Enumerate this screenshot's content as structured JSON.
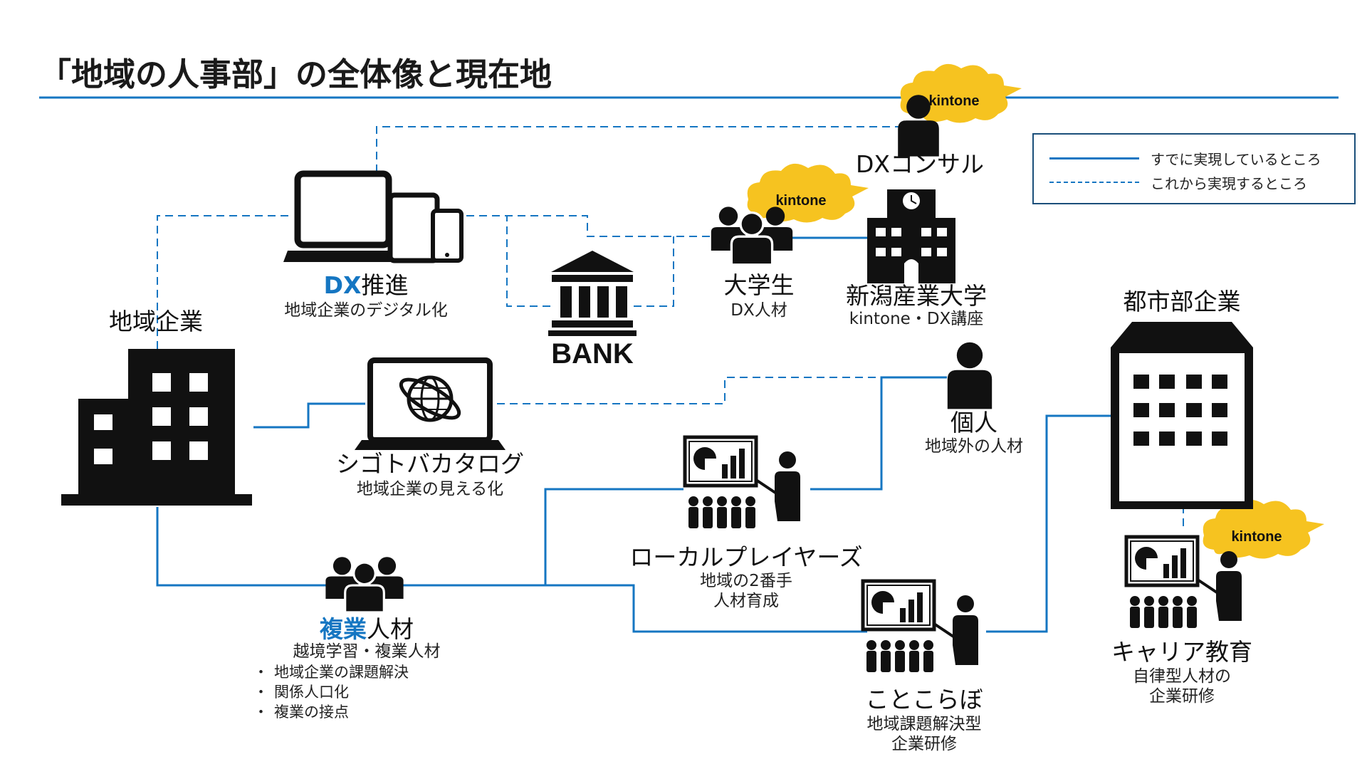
{
  "title": "「地域の人事部」の全体像と現在地",
  "colors": {
    "accent": "#1576c2",
    "text": "#111111",
    "cloud": "#f6c320"
  },
  "legend": {
    "solid_label": "すでに実現しているところ",
    "dashed_label": "これから実現するところ"
  },
  "cloud_label": "kintone",
  "nodes": {
    "dx_consul": {
      "name": "DXコンサル",
      "icon": "person-icon"
    },
    "dx_suishin": {
      "name_blue": "DX",
      "name_rest": "推進",
      "sub": "地域企業のデジタル化",
      "icon": "devices-icon"
    },
    "bank": {
      "label": "BANK",
      "icon": "bank-icon"
    },
    "daigakusei": {
      "name": "大学生",
      "sub": "DX人材",
      "icon": "group-icon"
    },
    "niigata": {
      "name": "新潟産業大学",
      "sub": "kintone・DX講座",
      "icon": "university-icon"
    },
    "chiiki_kigyo": {
      "name": "地域企業",
      "icon": "building-icon"
    },
    "toshibu_kigyo": {
      "name": "都市部企業",
      "icon": "office-building-icon"
    },
    "shigoto": {
      "name": "シゴトバカタログ",
      "sub": "地域企業の見える化",
      "icon": "laptop-globe-icon"
    },
    "kojin": {
      "name": "個人",
      "sub": "地域外の人材",
      "icon": "person-icon"
    },
    "local_players": {
      "name": "ローカルプレイヤーズ",
      "sub1": "地域の2番手",
      "sub2": "人材育成",
      "icon": "presentation-icon"
    },
    "fukugyo": {
      "name_blue": "複業",
      "name_rest": "人材",
      "sub": "越境学習・複業人材",
      "bullets": [
        "地域企業の課題解決",
        "関係人口化",
        "複業の接点"
      ],
      "icon": "group-icon"
    },
    "kotokorabo": {
      "name": "ことこらぼ",
      "sub1": "地域課題解決型",
      "sub2": "企業研修",
      "icon": "presentation-icon"
    },
    "career": {
      "name": "キャリア教育",
      "sub1": "自律型人材の",
      "sub2": "企業研修",
      "icon": "presentation-icon"
    }
  }
}
